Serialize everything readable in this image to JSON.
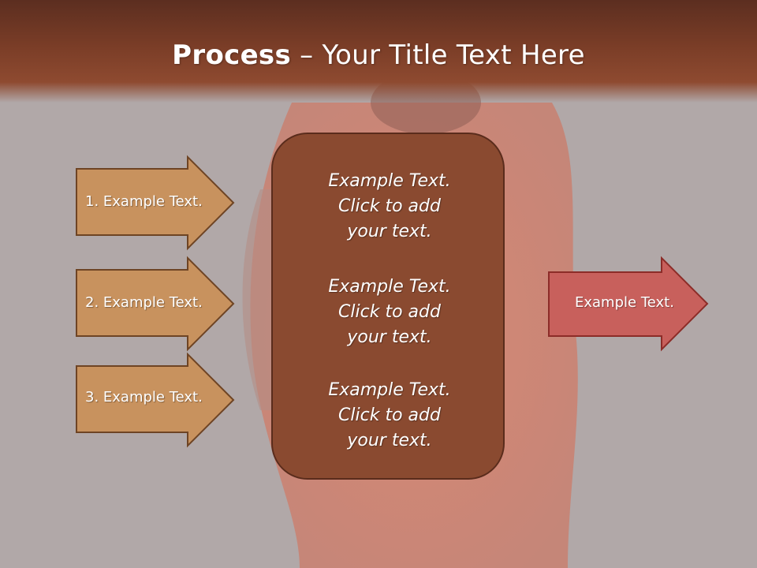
{
  "title": {
    "bold": "Process",
    "rest": " – Your Title Text Here"
  },
  "left_arrows": [
    {
      "label": "1. Example Text."
    },
    {
      "label": "2. Example Text."
    },
    {
      "label": "3. Example Text."
    }
  ],
  "center": {
    "paragraphs": [
      {
        "line1": "Example Text.",
        "line2": "Click  to add",
        "line3": "your text."
      },
      {
        "line1": "Example Text.",
        "line2": "Click  to add",
        "line3": "your text."
      },
      {
        "line1": "Example Text.",
        "line2": "Click  to add",
        "line3": "your text."
      }
    ]
  },
  "right_arrow": {
    "label": "Example Text."
  },
  "colors": {
    "title_bar": "#7a3d27",
    "left_arrow_fill": "#c8925e",
    "left_arrow_stroke": "#6e4424",
    "center_fill": "#8a4a30",
    "right_arrow_fill": "#c8605c",
    "right_arrow_stroke": "#8c2c28"
  }
}
